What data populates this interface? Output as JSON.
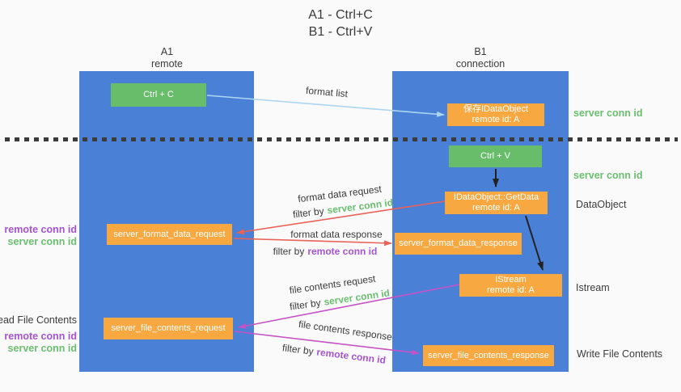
{
  "title": {
    "line1": "A1 - Ctrl+C",
    "line2": "B1 - Ctrl+V"
  },
  "columns": {
    "a1": {
      "name": "A1",
      "subtitle": "remote"
    },
    "b1": {
      "name": "B1",
      "subtitle": "connection"
    }
  },
  "nodes": {
    "ctrl_c": {
      "label": "Ctrl + C"
    },
    "ctrl_v": {
      "label": "Ctrl + V"
    },
    "save_idataobject": {
      "line1": "保存IDataObject",
      "line2": "remote id: A"
    },
    "getdata": {
      "line1": "IDataObject::GetData",
      "line2": "remote id: A"
    },
    "istream": {
      "line1": "IStream",
      "line2": "remote id: A"
    },
    "format_request": {
      "label": "server_format_data_request"
    },
    "format_response": {
      "label": "server_format_data_response"
    },
    "file_request": {
      "label": "server_file_contents_request"
    },
    "file_response": {
      "label": "server_file_contents_response"
    }
  },
  "arrow_labels": {
    "format_list": "format list",
    "format_data_request": "format data request",
    "format_data_response": "format data response",
    "file_contents_request": "file contents request",
    "file_contents_response": "file contents response",
    "filter_by": "filter by",
    "server_conn_id": "server conn id",
    "remote_conn_id": "remote conn id"
  },
  "side_labels": {
    "left": {
      "remote_conn_id": "remote conn id",
      "server_conn_id": "server conn id",
      "read_file_contents": "Read File Contents"
    },
    "right": {
      "server_conn_id_top": "server conn id",
      "server_conn_id_mid": "server conn id",
      "dataobject": "DataObject",
      "istream": "Istream",
      "write_file_contents": "Write File Contents"
    }
  },
  "colors": {
    "background": "#fafafa",
    "lifeline_blue": "#4a80d5",
    "action_green": "#68bd6b",
    "message_orange": "#f8a841",
    "text_dark": "#3b3b3b",
    "conn_id_green": "#6abf6e",
    "conn_id_purple": "#a653d2",
    "arrow_red": "#ea6158",
    "arrow_magenta": "#c653c6",
    "arrow_blue": "#abd6f2",
    "arrow_black": "#222222"
  }
}
